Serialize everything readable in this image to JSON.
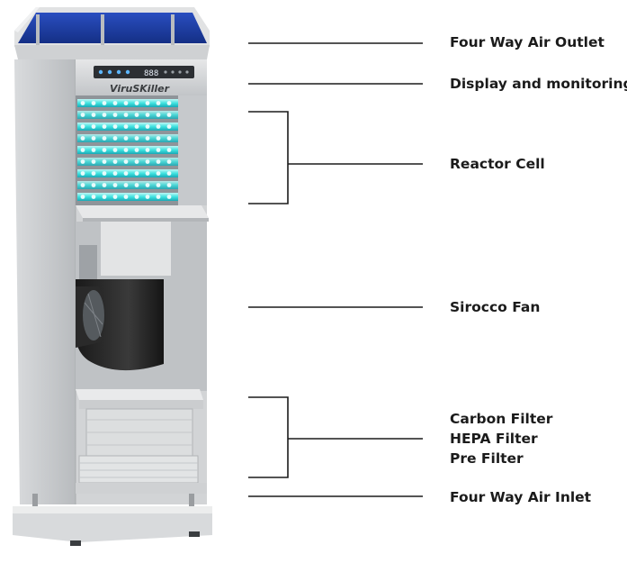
{
  "brand": "ViruSKiller",
  "display_readout": "888",
  "labels": {
    "four_way_air_outlet": "Four Way Air Outlet",
    "display_and_monitoring": "Display and monitoring",
    "reactor_cell": "Reactor Cell",
    "sirocco_fan": "Sirocco Fan",
    "filters": [
      "Carbon Filter",
      "HEPA Filter",
      "Pre Filter"
    ],
    "four_way_air_inlet": "Four Way Air Inlet"
  },
  "colors": {
    "uv_glow": "#3ee3e0",
    "outlet_blue": "#1f3fa8",
    "cabinet": "#c9cccf",
    "leader_line": "#1b1b1b"
  }
}
